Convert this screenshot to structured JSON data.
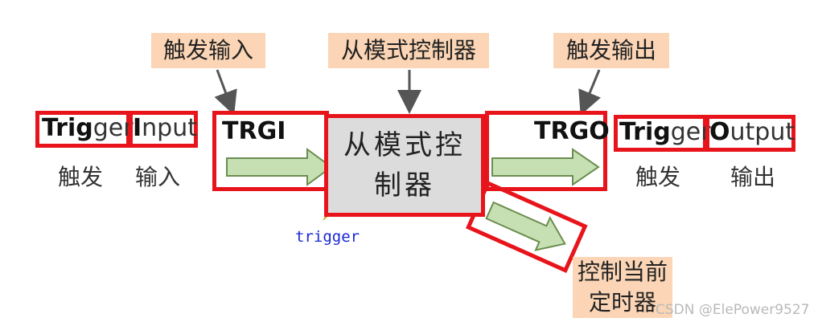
{
  "labels": {
    "trigger_input_cn": "触发输入",
    "slave_controller_cn": "从模式控制器",
    "trigger_output_cn": "触发输出",
    "control_timer_line1": "控制当前",
    "control_timer_line2": "定时器"
  },
  "left": {
    "word1_bold": "Tri",
    "word1_mid": "g",
    "word1_rest": "ger",
    "word2_bold": "I",
    "word2_rest": "nput",
    "cn1": "触发",
    "cn2": "输入"
  },
  "right": {
    "word1_bold": "Tri",
    "word1_mid": "g",
    "word1_rest": "ger",
    "word2_bold": "O",
    "word2_rest": "utput",
    "cn1": "触发",
    "cn2": "输出"
  },
  "signals": {
    "trgi": "TRGI",
    "trgo": "TRGO",
    "trigger": "trigger"
  },
  "center_box_text": "从模式控制器",
  "watermark": "CSDN @ElePower9527",
  "colors": {
    "red_frame": "#e8141b",
    "tag_fill": "#fbd5b5",
    "arrow_fill": "#c6e0b4",
    "arrow_stroke": "#6b8e4e",
    "box_fill": "#dcdcdc",
    "trigger_text": "#1a27d8",
    "lightning": "#f7c518"
  }
}
